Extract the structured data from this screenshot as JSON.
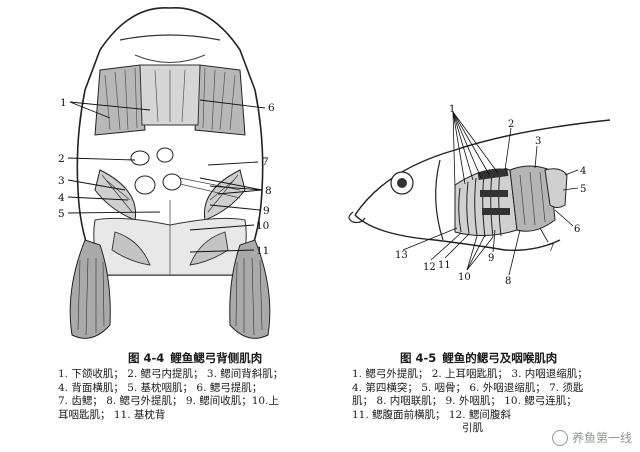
{
  "figure_left": {
    "labels": [
      "1",
      "6",
      "2",
      "7",
      "3",
      "8",
      "4",
      "9",
      "5",
      "10",
      "11"
    ],
    "title_num": "图 4-4",
    "title_text": "鲤鱼鳃弓背侧肌肉",
    "lines": [
      "1. 下颌收肌； 2. 鳃弓内提肌； 3. 鳃间背斜肌；",
      "4. 背面横肌； 5. 基枕咽肌； 6. 鳃弓提肌；",
      "7. 齿鳃； 8. 鳃弓外提肌； 9. 鳃间收肌；10.上",
      "耳咽匙肌； 11. 基枕背"
    ]
  },
  "figure_right": {
    "labels": [
      "1",
      "2",
      "3",
      "4",
      "5",
      "6",
      "7",
      "8",
      "9",
      "10",
      "11",
      "12",
      "13"
    ],
    "title_num": "图 4-5",
    "title_text": "鲤鱼的鳃弓及咽喉肌肉",
    "lines": [
      "1. 鳃弓外提肌； 2. 上耳咽匙肌； 3. 内咽退缩肌；",
      "4. 第四横突； 5. 咽骨； 6. 外咽退缩肌； 7. 须匙",
      "肌； 8. 内咽联肌； 9. 外咽肌； 10. 鳃弓连肌；",
      "11. 鳃腹面前横肌； 12. 鳃间腹斜",
      "引肌"
    ]
  },
  "watermark": "养鱼第一线"
}
